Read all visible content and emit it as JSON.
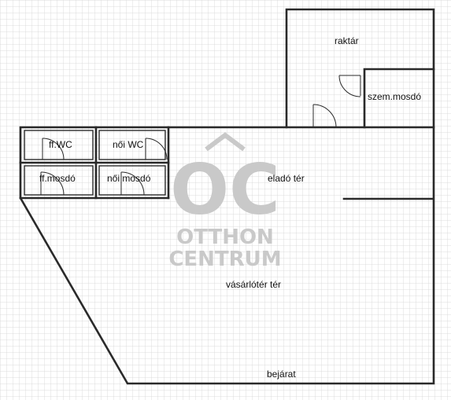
{
  "plan": {
    "rooms": {
      "raktar": "raktár",
      "szem_mosdo": "szem.mosdó",
      "ff_wc": "ff.WC",
      "noi_wc": "női WC",
      "ff_mosdo": "ff.mosdó",
      "noi_mosdo": "női mosdó",
      "elado_ter": "eladó tér",
      "vasarloter": "vásárlótér tér",
      "bejarat": "bejárat"
    },
    "watermark": {
      "logo_letters": "OC",
      "line1": "OTTHON",
      "line2": "CENTRUM"
    }
  },
  "colors": {
    "grid": "#d4d4d4",
    "wall": "#2a2a2a",
    "watermark": "#c9c9c9"
  }
}
